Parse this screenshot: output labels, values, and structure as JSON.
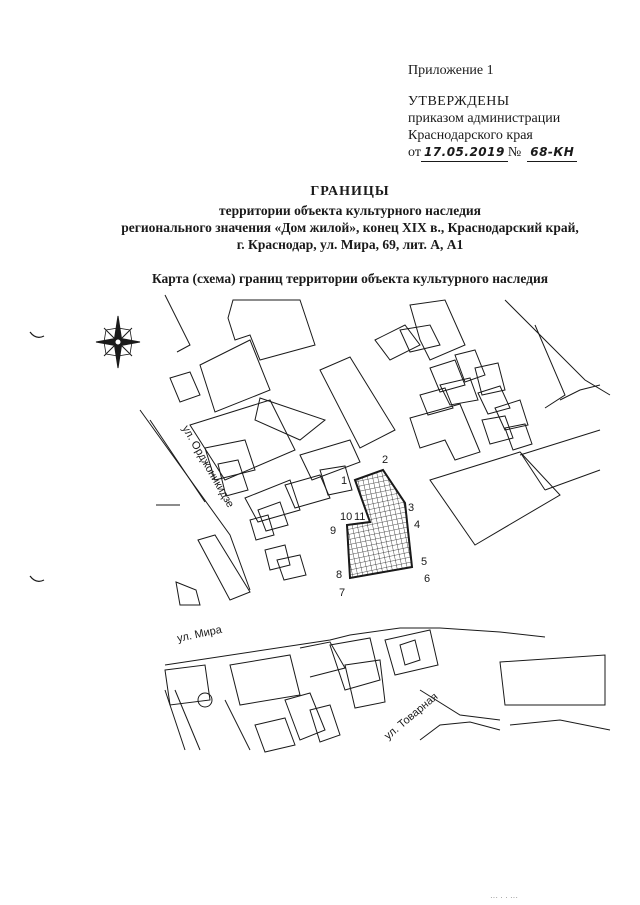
{
  "approval": {
    "appendix": "Приложение 1",
    "approved": "УТВЕРЖДЕНЫ",
    "line1": "приказом администрации",
    "line2": "Краснодарского края",
    "date_prefix": "от",
    "date_value": "17.05.2019",
    "number_prefix": "№",
    "number_value": "68-КН"
  },
  "heading": {
    "title": "ГРАНИЦЫ",
    "line1": "территории объекта культурного наследия",
    "line2": "регионального значения «Дом жилой», конец XIX в., Краснодарский край,",
    "line3": "г. Краснодар, ул. Мира, 69, лит. А, А1"
  },
  "map": {
    "caption": "Карта (схема) границ территории объекта культурного наследия",
    "streets": {
      "ordzhonikidze": "ул. Орджоникидзе",
      "mira": "ул. Мира",
      "tovarnaya": "ул. Товарная"
    },
    "boundary_points": [
      "1",
      "2",
      "3",
      "4",
      "5",
      "6",
      "7",
      "8",
      "9",
      "10",
      "11"
    ],
    "colors": {
      "ink": "#1a1a1a",
      "hatch": "#1a1a1a"
    },
    "compass_icon": "compass-rose-icon"
  }
}
